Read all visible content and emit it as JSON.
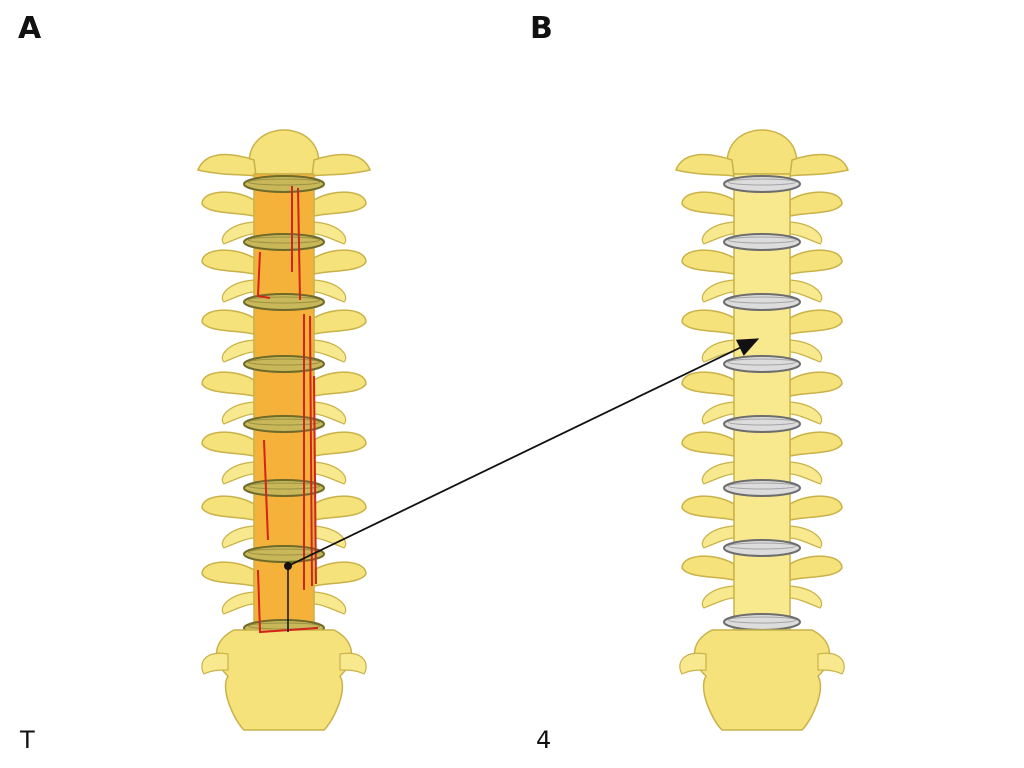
{
  "labels": {
    "panel_a": "A",
    "panel_b": "B",
    "footer_left": "T",
    "footer_right": "4"
  },
  "colors": {
    "bone": "#f6e27a",
    "bone_light": "#f8e98f",
    "bone_outline": "#c9b24a",
    "disc_a": "#c9b85a",
    "disc_a_outline": "#6e6a2a",
    "body_highlight_a": "#f4b23a",
    "crack": "#d4231b",
    "disc_b": "#dcdcdc",
    "disc_b_outline": "#6d6d6d",
    "arrow": "#111111"
  },
  "icons": {
    "spine_a": "fractured-spine-illustration",
    "spine_b": "healthy-spine-illustration",
    "arrow": "arrow-right-icon"
  }
}
